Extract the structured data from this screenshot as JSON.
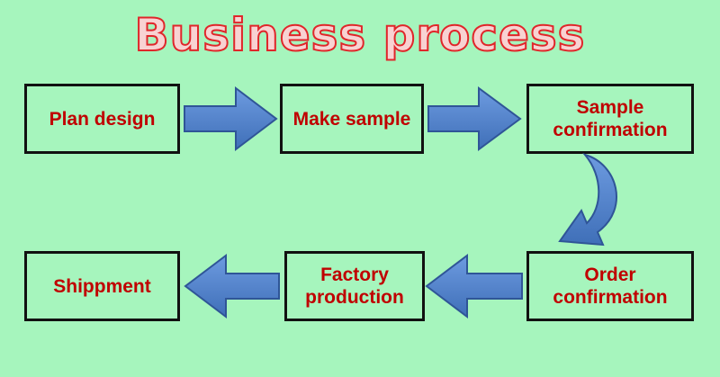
{
  "title": "Business process",
  "steps": [
    {
      "label": "Plan design"
    },
    {
      "label": "Make sample"
    },
    {
      "label": "Sample\nconfirmation"
    },
    {
      "label": "Order\nconfirmation"
    },
    {
      "label": "Factory\nproduction"
    },
    {
      "label": "Shippment"
    }
  ],
  "colors": {
    "background": "#a6f5bd",
    "label_text": "#c00000",
    "title_fill": "#f8d2d2",
    "title_outline": "#e0262a",
    "arrow_fill": "#4f7fc9",
    "arrow_stroke": "#2f5597"
  }
}
